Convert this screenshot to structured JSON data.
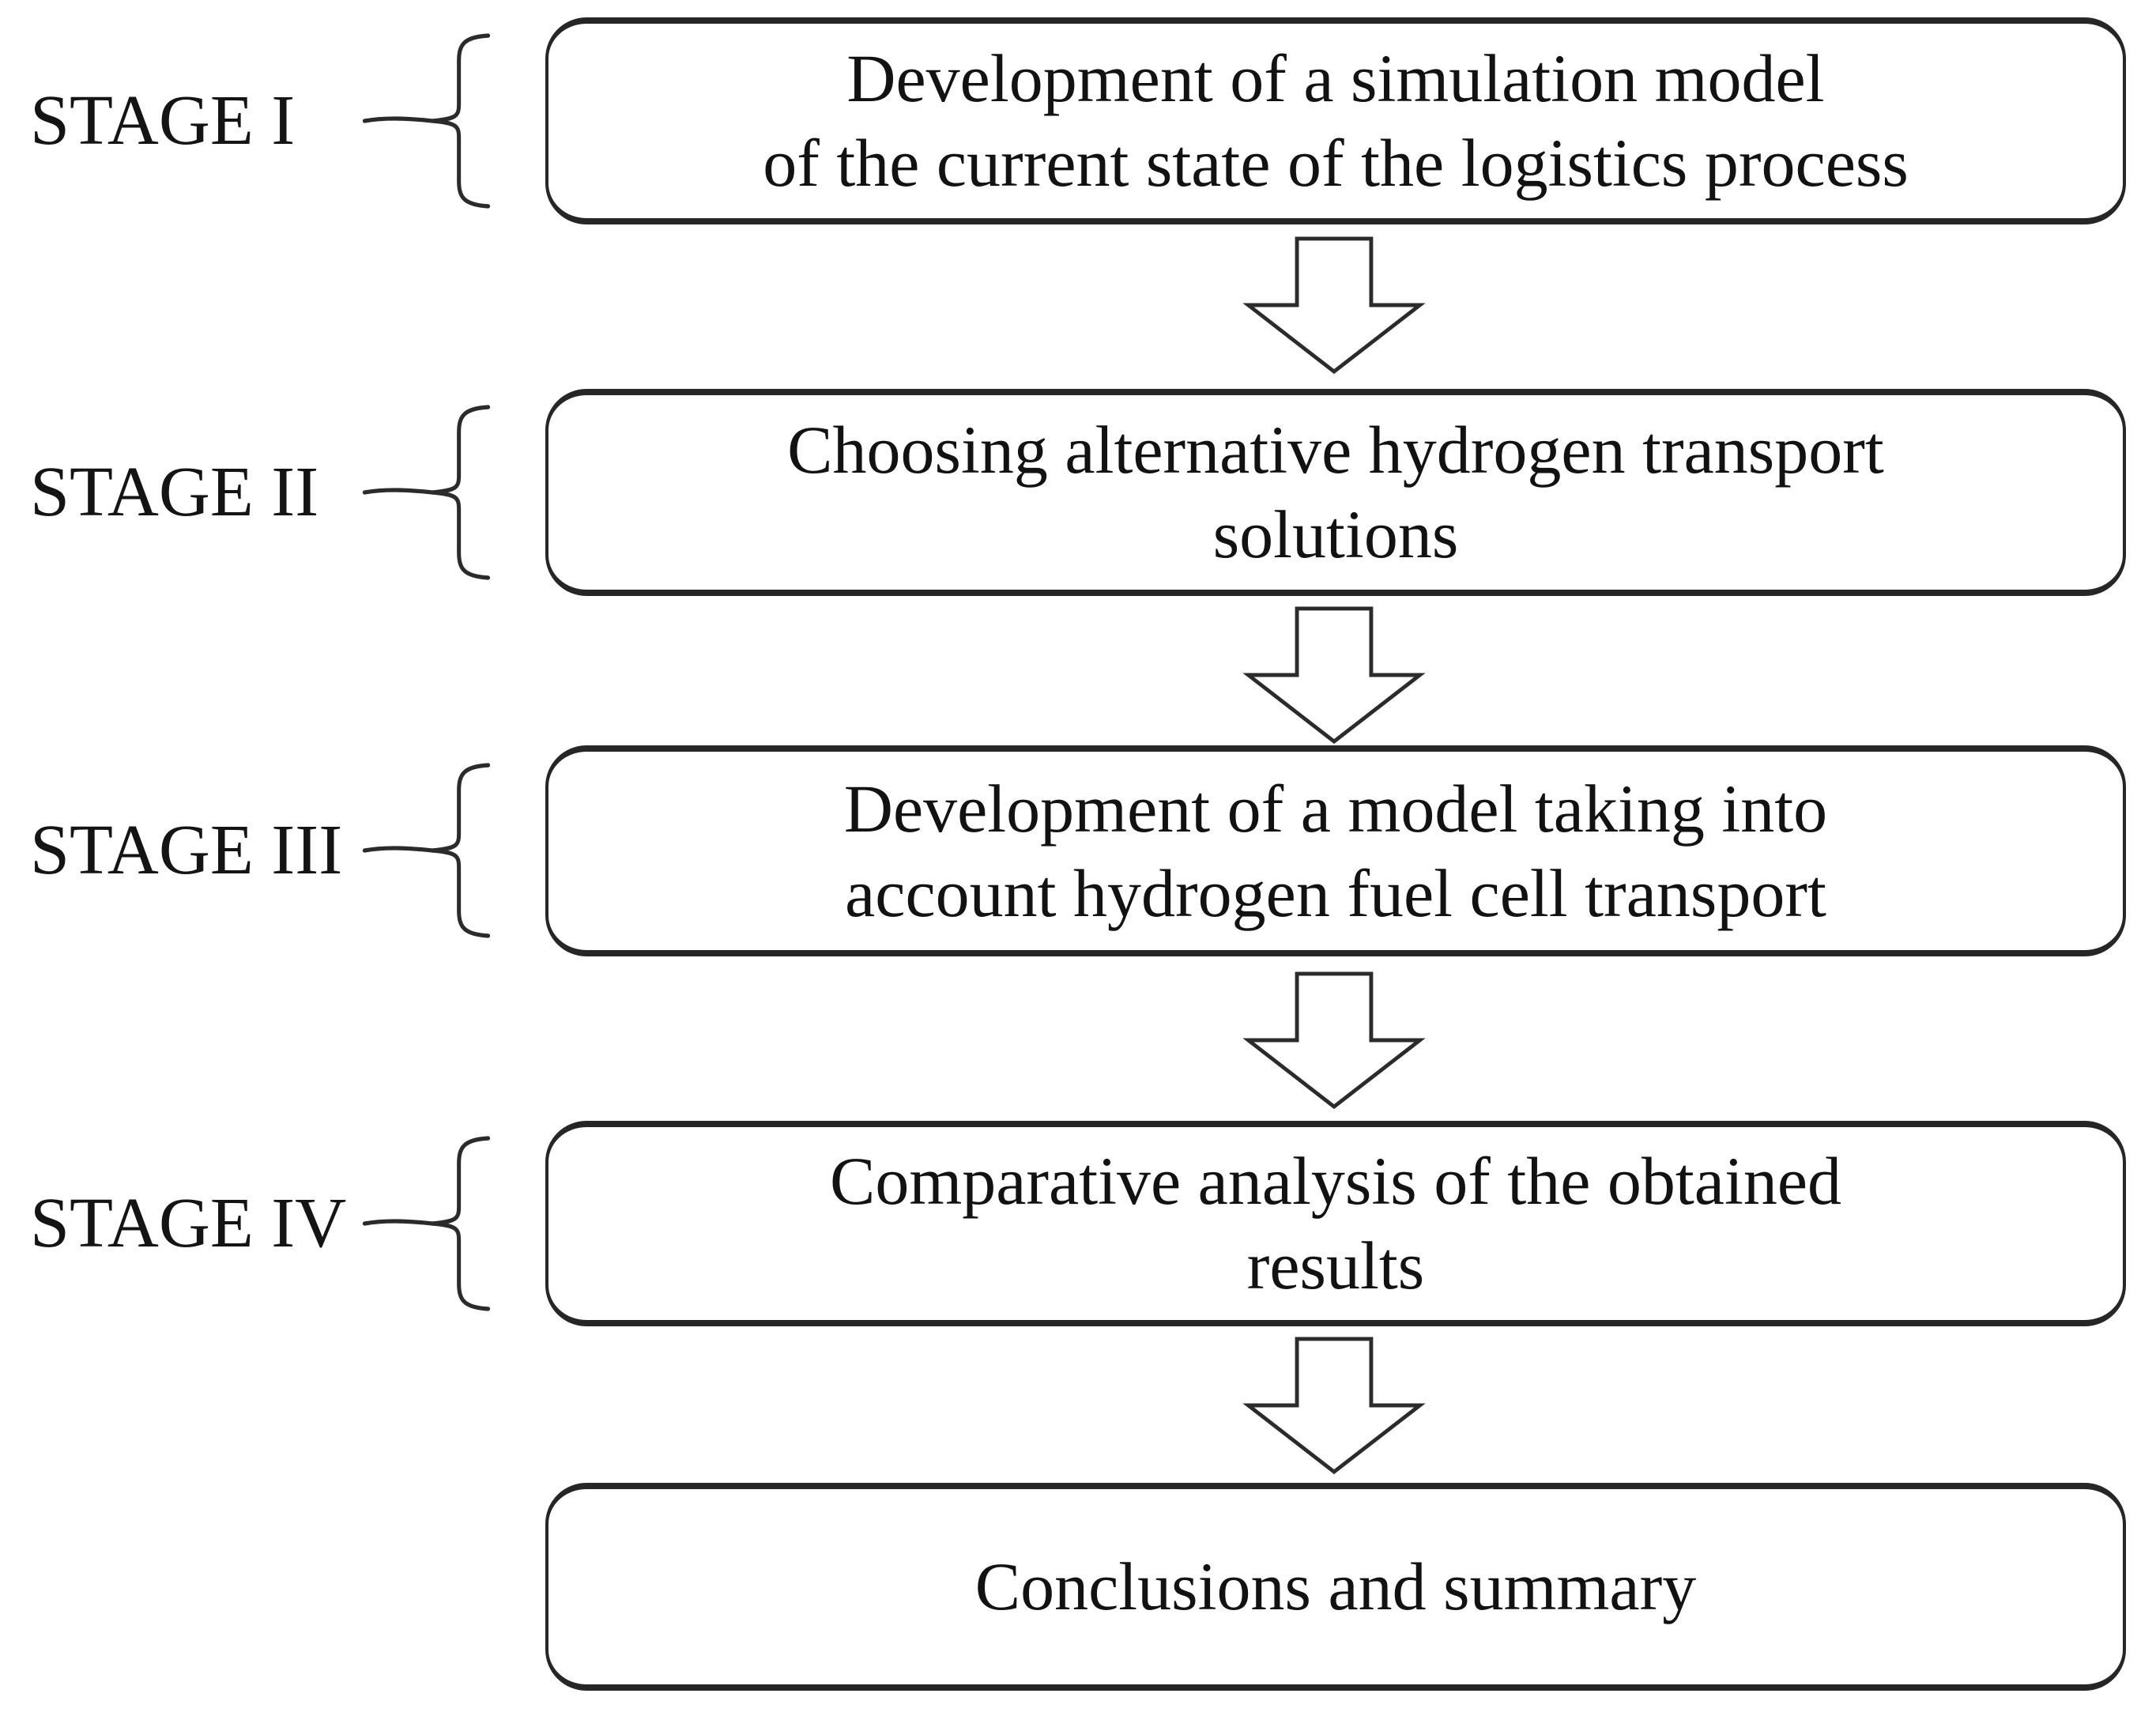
{
  "figure": {
    "type": "flowchart",
    "colors": {
      "ink": "#262626",
      "background": "#ffffff"
    },
    "icons": {
      "connector": "down-block-arrow-icon",
      "grouping": "left-curly-brace-icon"
    },
    "stages": [
      {
        "label": "STAGE I",
        "lines": [
          "Development of a simulation model",
          "of the current state of the logistics process"
        ]
      },
      {
        "label": "STAGE II",
        "lines": [
          "Choosing alternative hydrogen transport",
          "solutions"
        ]
      },
      {
        "label": "STAGE III",
        "lines": [
          "Development of a model taking into",
          "account hydrogen fuel cell transport"
        ]
      },
      {
        "label": "STAGE IV",
        "lines": [
          "Comparative analysis of the obtained",
          "results"
        ]
      }
    ],
    "final_box": {
      "lines": [
        "Conclusions and summary"
      ]
    }
  }
}
